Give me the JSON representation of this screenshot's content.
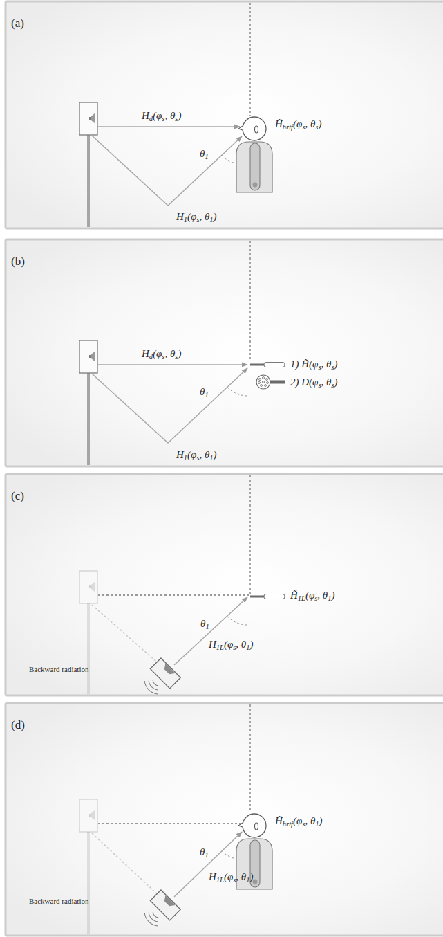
{
  "diagram": {
    "labels": [
      "(a)",
      "Hd(φs, θs)",
      "H̃hrtf(φs, θs)",
      "θ1",
      "H1(φs, θ1)",
      "(b)",
      "Hd(φs, θs)",
      "θ1",
      "1) H̃(φs, θs)",
      "2) D(φs, θs)",
      "H1(φs, θ1)",
      "(c)",
      "θ1",
      "H̃1L(φs, θ1)",
      "H1L(φs, θ1)",
      "Backward radiation",
      "(d)",
      "H̃hrtf(φs, θ1)",
      "θ1",
      "H1L(φs, θ1)",
      "Backward radiation"
    ]
  }
}
